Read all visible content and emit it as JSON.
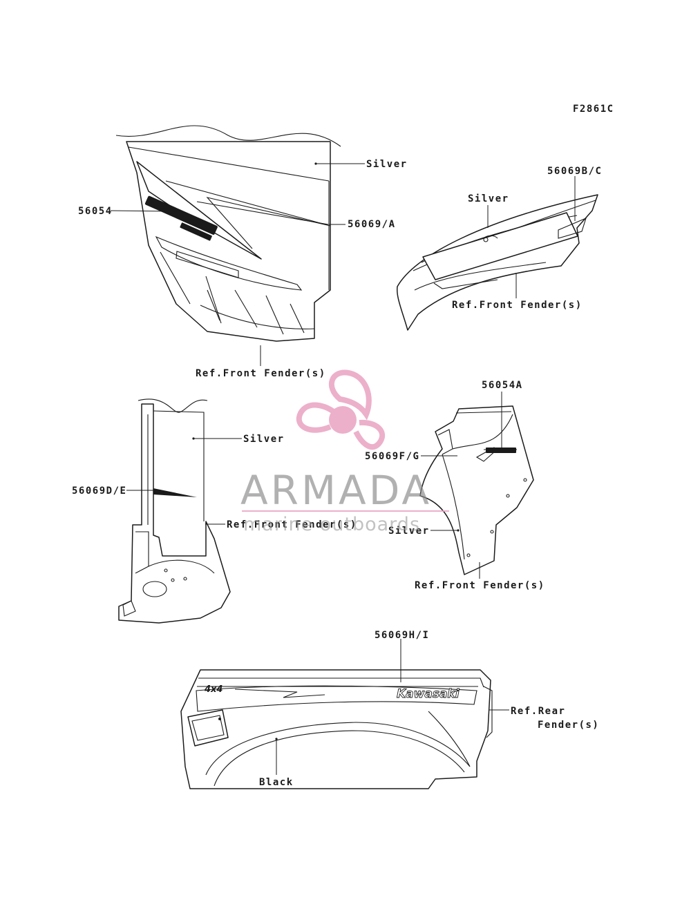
{
  "figure_code": "F2861C",
  "callouts": {
    "upper_left": {
      "silver": "Silver",
      "part_56054": "56054",
      "part_56069_a": "56069/A",
      "ref": "Ref.Front Fender(s)"
    },
    "upper_right": {
      "part_56069_bc": "56069B/C",
      "silver": "Silver",
      "ref": "Ref.Front Fender(s)"
    },
    "middle_left": {
      "silver": "Silver",
      "part_56069_de": "56069D/E",
      "ref": "Ref.Front Fender(s)"
    },
    "middle_right": {
      "part_56054a": "56054A",
      "part_56069_fg": "56069F/G",
      "silver": "Silver",
      "ref": "Ref.Front Fender(s)"
    },
    "bottom": {
      "part_56069_hi": "56069H/I",
      "ref_line1": "Ref.Rear",
      "ref_line2": "Fender(s)",
      "black": "Black"
    }
  },
  "decal_text": {
    "four_by_four": "4x4",
    "kawasaki": "Kawasaki"
  },
  "watermark": {
    "brand": "ARMADA",
    "tagline": "marine outboards",
    "accent_color": "#e9a3c1",
    "text_color": "#8c8c8c"
  }
}
